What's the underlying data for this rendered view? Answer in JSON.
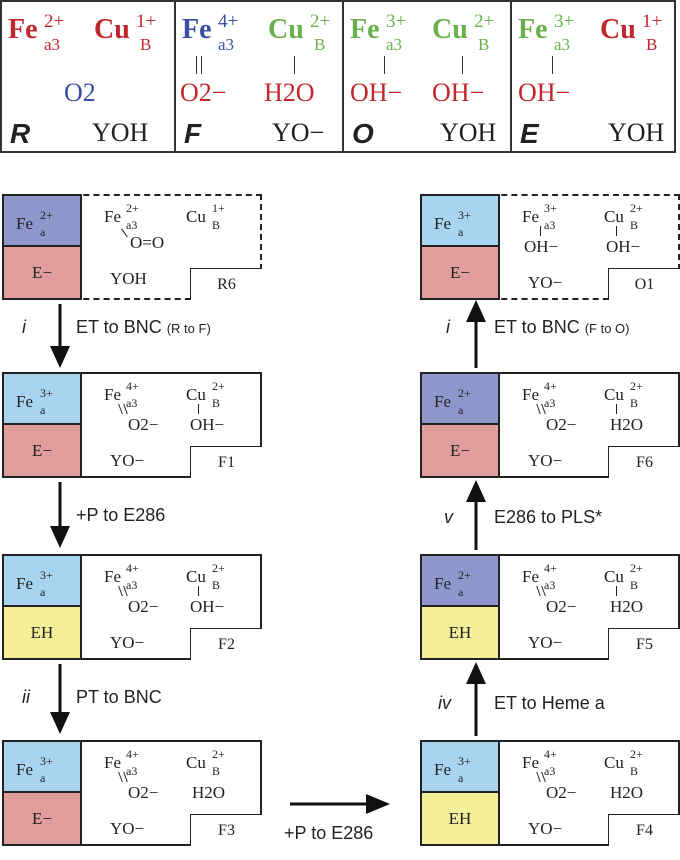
{
  "legend": [
    {
      "id": "R",
      "top_left": "Fe",
      "top_left_sup": "2+",
      "top_left_sub": "a3",
      "top_right": "Cu",
      "top_right_sup": "1+",
      "top_right_sub": "B",
      "ligand_mid": "O2",
      "tyr": "YOH"
    },
    {
      "id": "F",
      "top_left": "Fe",
      "top_left_sup": "4+",
      "top_left_sub": "a3",
      "top_right": "Cu",
      "top_right_sup": "2+",
      "top_right_sub": "B",
      "ligand_left": "O2−",
      "ligand_right": "H2O",
      "tyr": "YO−"
    },
    {
      "id": "O",
      "top_left": "Fe",
      "top_left_sup": "3+",
      "top_left_sub": "a3",
      "top_right": "Cu",
      "top_right_sup": "2+",
      "top_right_sub": "B",
      "ligand_left": "OH−",
      "ligand_right": "OH−",
      "tyr": "YOH"
    },
    {
      "id": "E",
      "top_left": "Fe",
      "top_left_sup": "3+",
      "top_left_sub": "a3",
      "top_right": "Cu",
      "top_right_sup": "1+",
      "top_right_sub": "B",
      "ligand_left": "OH−",
      "tyr": "YOH"
    }
  ],
  "states": [
    {
      "id": "R6",
      "heme_a": "Fe",
      "heme_a_sup": "2+",
      "heme_a_sub": "a",
      "e_site": "E−",
      "fe_sup": "2+",
      "fe_sub": "a3",
      "cu_sup": "1+",
      "cu_sub": "B",
      "lig_fe": "O=O",
      "lig_cu": "",
      "tyr": "YOH"
    },
    {
      "id": "F1",
      "heme_a": "Fe",
      "heme_a_sup": "3+",
      "heme_a_sub": "a",
      "e_site": "E−",
      "fe_sup": "4+",
      "fe_sub": "a3",
      "cu_sup": "2+",
      "cu_sub": "B",
      "lig_fe": "O2−",
      "lig_cu": "OH−",
      "tyr": "YO−"
    },
    {
      "id": "F2",
      "heme_a": "Fe",
      "heme_a_sup": "3+",
      "heme_a_sub": "a",
      "e_site": "EH",
      "fe_sup": "4+",
      "fe_sub": "a3",
      "cu_sup": "2+",
      "cu_sub": "B",
      "lig_fe": "O2−",
      "lig_cu": "OH−",
      "tyr": "YO−"
    },
    {
      "id": "F3",
      "heme_a": "Fe",
      "heme_a_sup": "3+",
      "heme_a_sub": "a",
      "e_site": "E−",
      "fe_sup": "4+",
      "fe_sub": "a3",
      "cu_sup": "2+",
      "cu_sub": "B",
      "lig_fe": "O2−",
      "lig_cu": "H2O",
      "tyr": "YO−"
    },
    {
      "id": "F4",
      "heme_a": "Fe",
      "heme_a_sup": "3+",
      "heme_a_sub": "a",
      "e_site": "EH",
      "fe_sup": "4+",
      "fe_sub": "a3",
      "cu_sup": "2+",
      "cu_sub": "B",
      "lig_fe": "O2−",
      "lig_cu": "H2O",
      "tyr": "YO−"
    },
    {
      "id": "F5",
      "heme_a": "Fe",
      "heme_a_sup": "2+",
      "heme_a_sub": "a",
      "e_site": "EH",
      "fe_sup": "4+",
      "fe_sub": "a3",
      "cu_sup": "2+",
      "cu_sub": "B",
      "lig_fe": "O2−",
      "lig_cu": "H2O",
      "tyr": "YO−"
    },
    {
      "id": "F6",
      "heme_a": "Fe",
      "heme_a_sup": "2+",
      "heme_a_sub": "a",
      "e_site": "E−",
      "fe_sup": "4+",
      "fe_sub": "a3",
      "cu_sup": "2+",
      "cu_sub": "B",
      "lig_fe": "O2−",
      "lig_cu": "H2O",
      "tyr": "YO−"
    },
    {
      "id": "O1",
      "heme_a": "Fe",
      "heme_a_sup": "3+",
      "heme_a_sub": "a",
      "e_site": "E−",
      "fe_sup": "3+",
      "fe_sub": "a3",
      "cu_sup": "2+",
      "cu_sub": "B",
      "lig_fe": "OH−",
      "lig_cu": "OH−",
      "tyr": "YO−"
    }
  ],
  "steps": [
    {
      "roman": "i",
      "text": "ET to BNC",
      "note": "(R to F)"
    },
    {
      "roman": "",
      "text": "+P to E286",
      "note": ""
    },
    {
      "roman": "ii",
      "text": "PT to BNC",
      "note": ""
    },
    {
      "roman": "",
      "text": "+P to E286",
      "note": ""
    },
    {
      "roman": "iv",
      "text": "ET to Heme a",
      "note": ""
    },
    {
      "roman": "v",
      "text": "E286 to PLS*",
      "note": ""
    },
    {
      "roman": "i",
      "text": "ET to BNC",
      "note": "(F to O)"
    }
  ],
  "colors": {
    "red": "#c1272d",
    "blue": "#3a4fa3",
    "green": "#6ab04c",
    "heme_blue": "#a8d4f1",
    "heme_purple": "#8f96cc",
    "e_pink": "#e19d9c",
    "e_yellow": "#f5ef9a"
  }
}
